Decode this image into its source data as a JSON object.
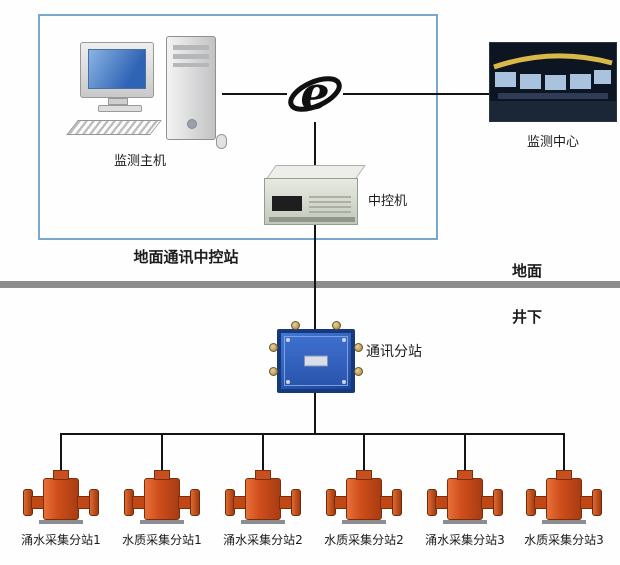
{
  "diagram": {
    "ground_station": {
      "boundary_label": "地面通讯中控站",
      "host_label": "监测主机",
      "control_server_label": "中控机"
    },
    "monitoring_center": {
      "label": "监测中心"
    },
    "divider": {
      "above_label": "地面",
      "below_label": "井下"
    },
    "substation": {
      "label": "通讯分站"
    },
    "sensors": [
      {
        "label": "涌水采集分站1"
      },
      {
        "label": "水质采集分站1"
      },
      {
        "label": "涌水采集分站2"
      },
      {
        "label": "水质采集分站2"
      },
      {
        "label": "涌水采集分站3"
      },
      {
        "label": "水质采集分站3"
      }
    ],
    "icons": {
      "internet": "e-globe-icon",
      "workstation": "desktop-computer-icon",
      "control_server": "rack-server-icon",
      "substation": "junction-box-icon",
      "sensor": "flanged-sensor-icon",
      "monitoring_center": "control-room-photo"
    },
    "colors": {
      "box_border": "#7aa7cd",
      "divider_bar": "#8d8d8d",
      "connector_line": "#141414",
      "screen_blue": "#2f63b4",
      "sensor_orange": "#cf4e1c",
      "sensor_orange_dark": "#a83c12",
      "substation_blue": "#1d4696",
      "substation_frame": "#16397e"
    }
  }
}
